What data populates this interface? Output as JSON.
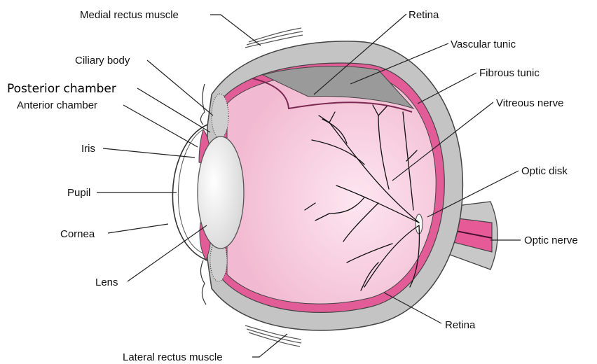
{
  "diagram": {
    "labels": {
      "medial_rectus": "Medial rectus muscle",
      "ciliary_body": "Ciliary body",
      "posterior_chamber": "Posterior chamber",
      "anterior_chamber": "Anterior chamber",
      "iris": "Iris",
      "pupil": "Pupil",
      "cornea": "Cornea",
      "lens": "Lens",
      "lateral_rectus": "Lateral rectus muscle",
      "retina_top": "Retina",
      "vascular_tunic": "Vascular tunic",
      "fibrous_tunic": "Fibrous tunic",
      "vitreous_nerve": "Vitreous nerve",
      "optic_disk": "Optic disk",
      "optic_nerve": "Optic nerve",
      "retina_bottom": "Retina"
    },
    "colors": {
      "sclera": "#c4c4c4",
      "vitreous": "#f4c3d8",
      "choroid": "#e25d97",
      "optic_nerve": "#e65a98",
      "lens": "#ececec",
      "vessels": "#111111"
    }
  }
}
